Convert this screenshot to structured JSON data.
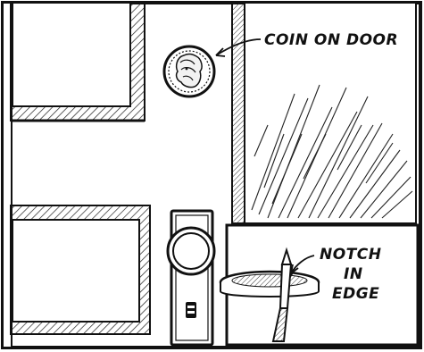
{
  "labels": {
    "coin_on_door": "COIN ON DOOR",
    "notch_line1": "NOTCH",
    "notch_line2": "IN",
    "notch_line3": "EDGE"
  }
}
